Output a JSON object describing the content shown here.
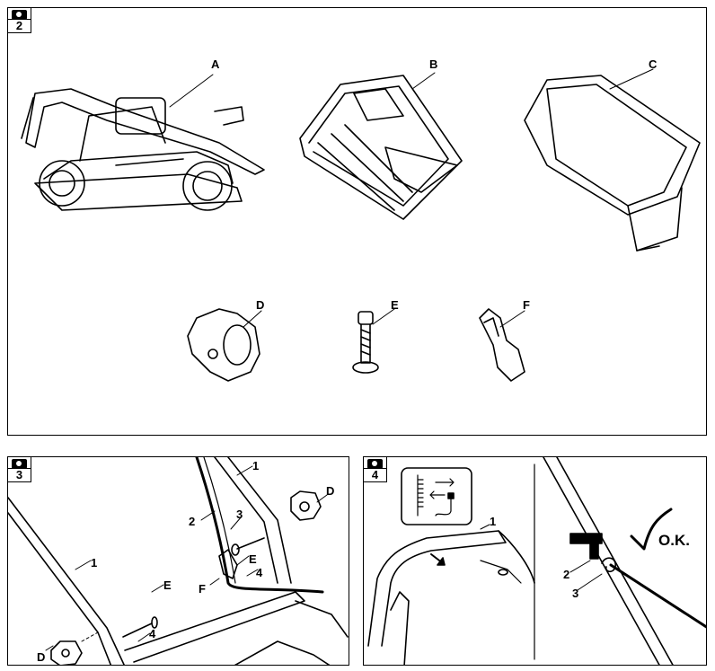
{
  "figure2": {
    "number": "2",
    "labels": {
      "a": "A",
      "b": "B",
      "c": "C",
      "d": "D",
      "e": "E",
      "f": "F"
    }
  },
  "figure3": {
    "number": "3",
    "labels": {
      "one_top": "1",
      "two": "2",
      "three": "3",
      "d_top": "D",
      "e_right": "E",
      "f": "F",
      "four_right": "4",
      "one_left": "1",
      "e_left": "E",
      "four_bottom": "4",
      "d_bottom": "D"
    }
  },
  "figure4": {
    "number": "4",
    "labels": {
      "one": "1",
      "two": "2",
      "three": "3",
      "ok": "O.K."
    }
  }
}
